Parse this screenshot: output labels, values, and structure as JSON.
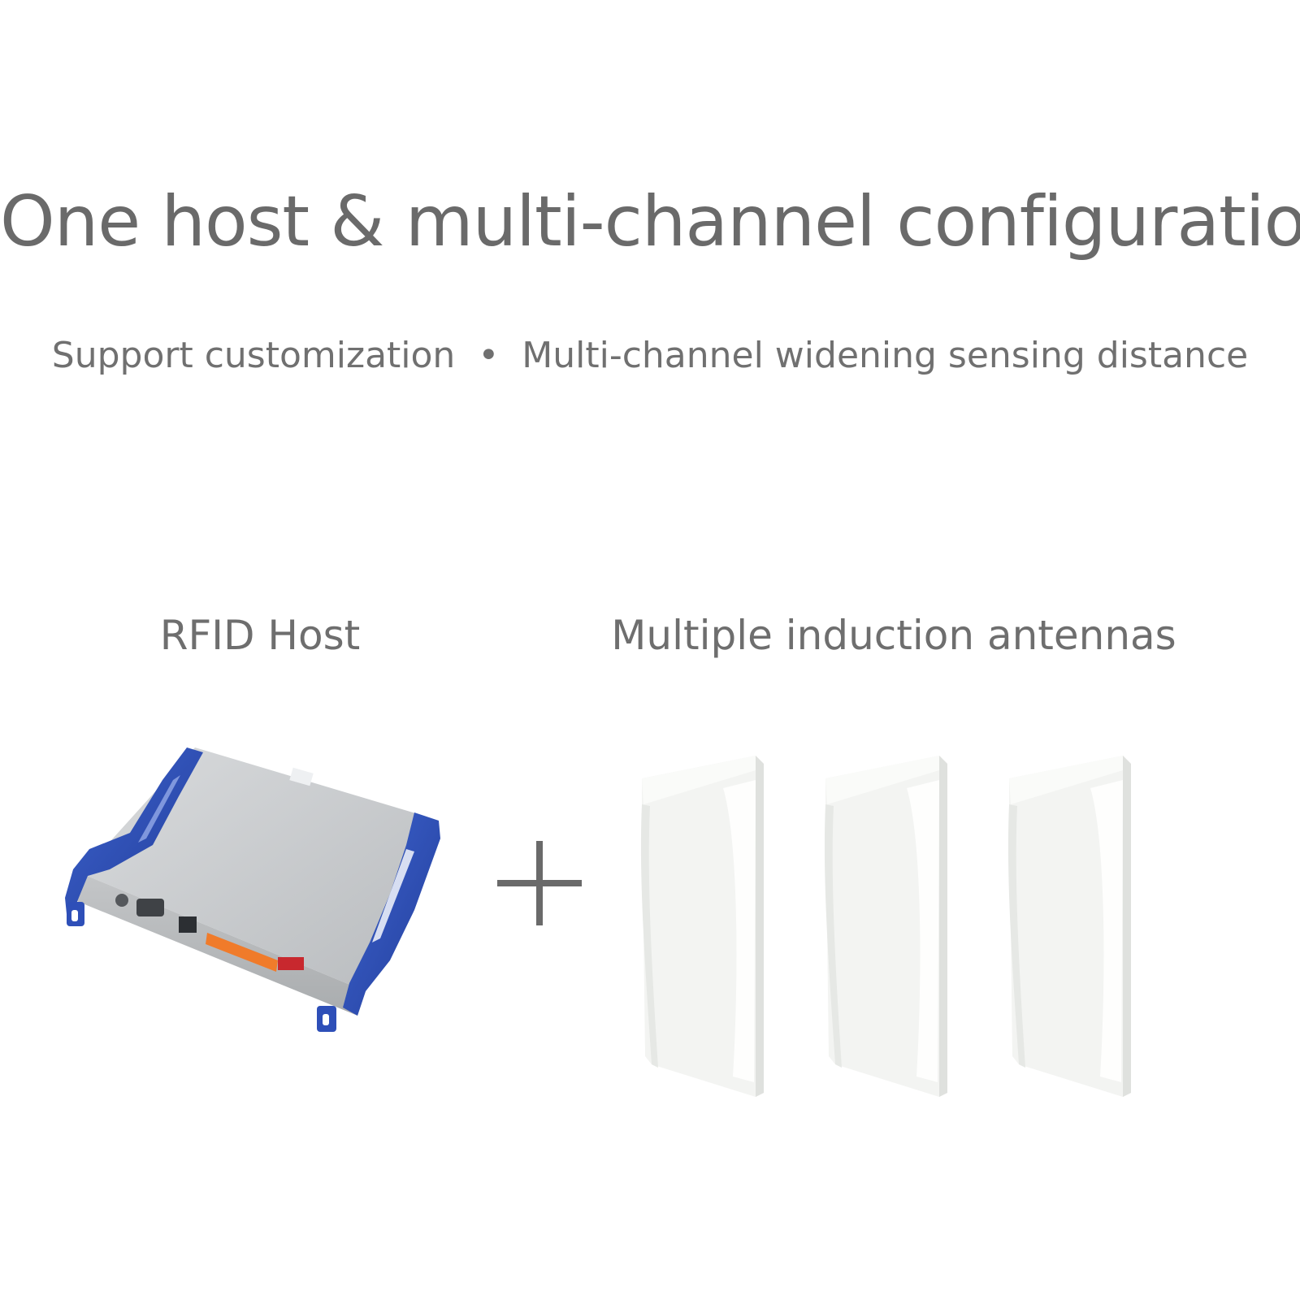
{
  "headline": "One host & multi-channel configuration",
  "subline": {
    "left": "Support customization",
    "separator": "•",
    "right": "Multi-channel widening sensing distance"
  },
  "labels": {
    "host": "RFID Host",
    "antennas": "Multiple induction antennas"
  },
  "icons": {
    "plus": "plus-icon"
  },
  "colors": {
    "text": "#6e6e6e",
    "host_blue": "#2d4fb8",
    "host_body": "#c9ccce",
    "antenna_white": "#f1f2f0",
    "status_orange": "#f07b2a"
  }
}
